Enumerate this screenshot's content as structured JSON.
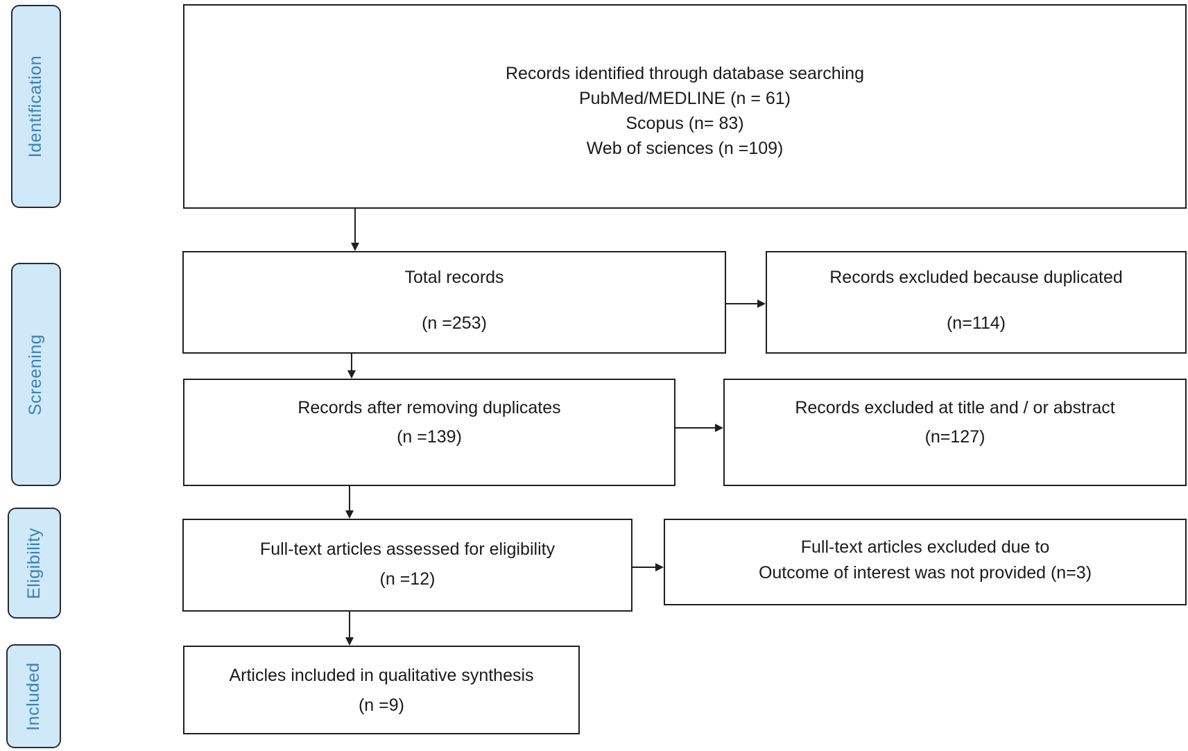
{
  "stages": {
    "identification": "Identification",
    "screening": "Screening",
    "eligibility": "Eligibility",
    "included": "Included"
  },
  "boxes": {
    "identified": {
      "title": "Records identified through database searching",
      "pubmed": "PubMed/MEDLINE (n = 61)",
      "scopus": "Scopus (n= 83)",
      "wos": "Web of sciences (n =109)"
    },
    "total": {
      "title": "Total records",
      "count": "(n =253)"
    },
    "duplicates_excluded": {
      "title": "Records excluded because duplicated",
      "count": "(n=114)"
    },
    "after_duplicates": {
      "title": "Records after removing duplicates",
      "count": "(n =139)"
    },
    "title_abstract_excluded": {
      "title": "Records excluded at title and / or abstract",
      "count": "(n=127)"
    },
    "fulltext_assessed": {
      "title": "Full-text articles assessed for eligibility",
      "count": "(n =12)"
    },
    "fulltext_excluded": {
      "title": "Full-text articles excluded due to",
      "reason": "Outcome of interest was not provided (n=3)"
    },
    "included": {
      "title": "Articles included in qualitative synthesis",
      "count": "(n =9)"
    }
  }
}
